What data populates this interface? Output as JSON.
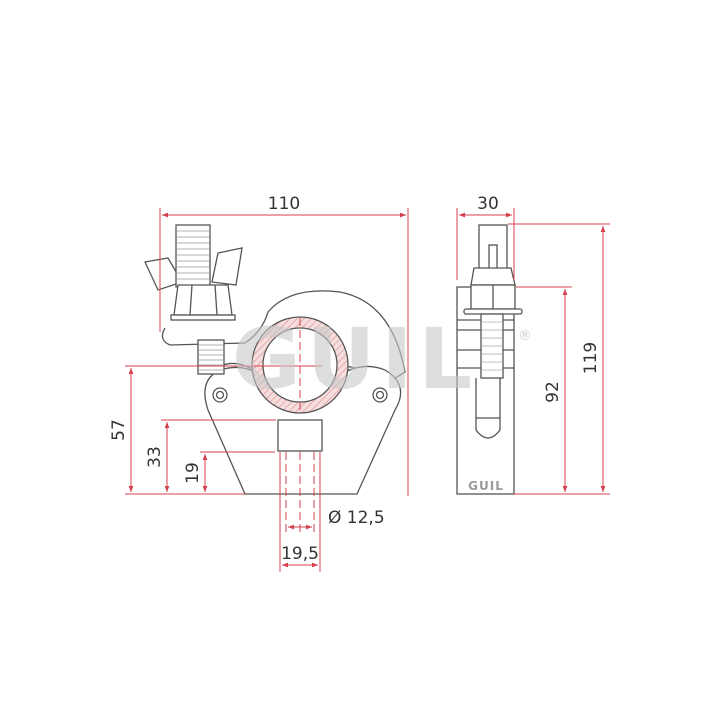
{
  "colors": {
    "dimension": "#d6404e",
    "outline": "#555555",
    "watermark": "#e2e2e2",
    "hatch": "#e7b4b4"
  },
  "watermark": {
    "text": "GUIL",
    "mark": "®"
  },
  "front_view": {
    "dimensions": {
      "width": "110",
      "height_center": "57",
      "height_stem_top": "33",
      "height_stem_bottom": "19",
      "pipe_diameter": "Ø 12,5",
      "stem_width": "19,5"
    }
  },
  "side_view": {
    "logo": "GUIL",
    "dimensions": {
      "width": "30",
      "body_height": "92",
      "total_height": "119"
    }
  }
}
